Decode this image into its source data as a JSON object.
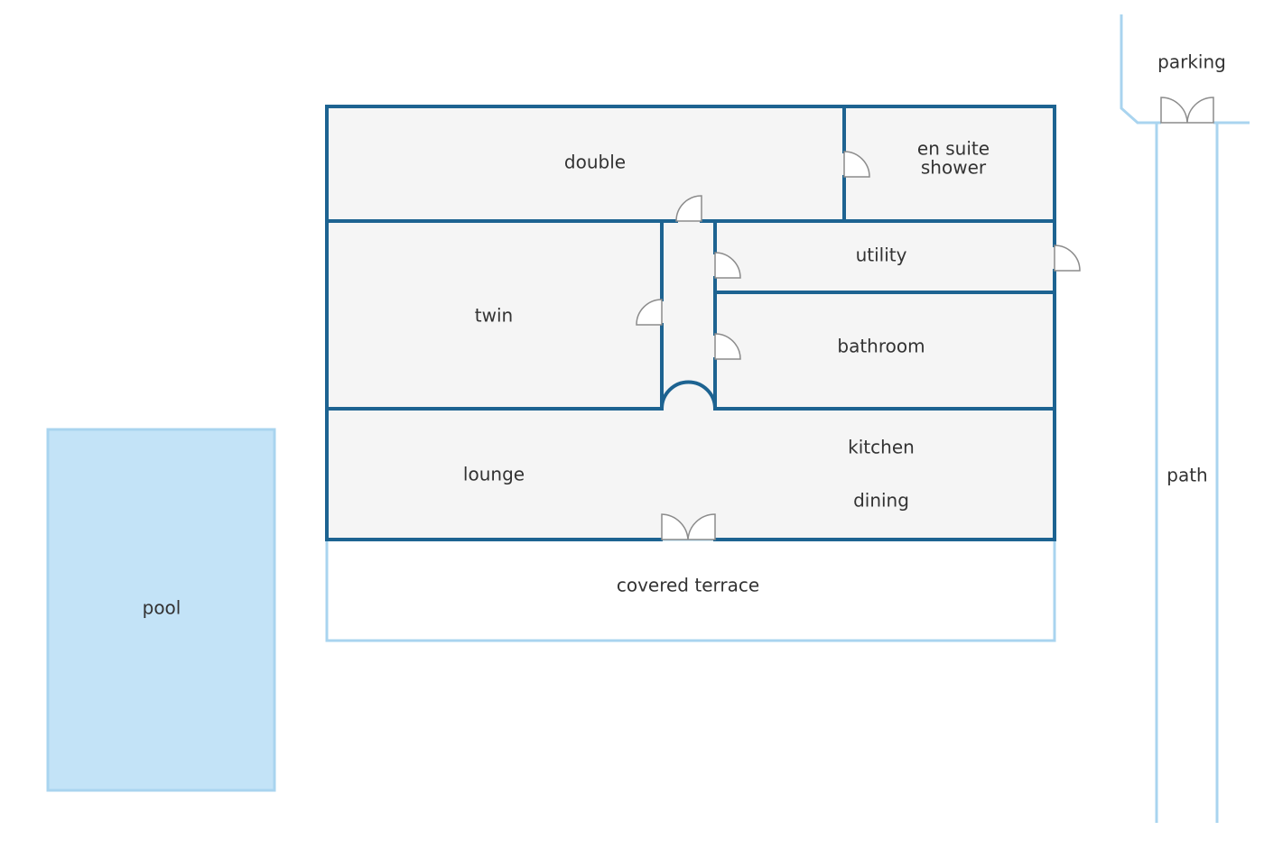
{
  "rooms": {
    "double": "double",
    "en_suite": {
      "line1": "en suite",
      "line2": "shower"
    },
    "utility": "utility",
    "twin": "twin",
    "bathroom": "bathroom",
    "kitchen": "kitchen",
    "dining": "dining",
    "lounge": "lounge",
    "covered_terrace": "covered terrace",
    "pool": "pool",
    "parking": "parking",
    "path": "path"
  },
  "colors": {
    "wall": "#1d6391",
    "outline_light": "#a9d4ef",
    "pool_fill": "#c3e3f7",
    "floor": "#f5f5f5",
    "door": "#8c8c8c",
    "text": "#333333"
  }
}
